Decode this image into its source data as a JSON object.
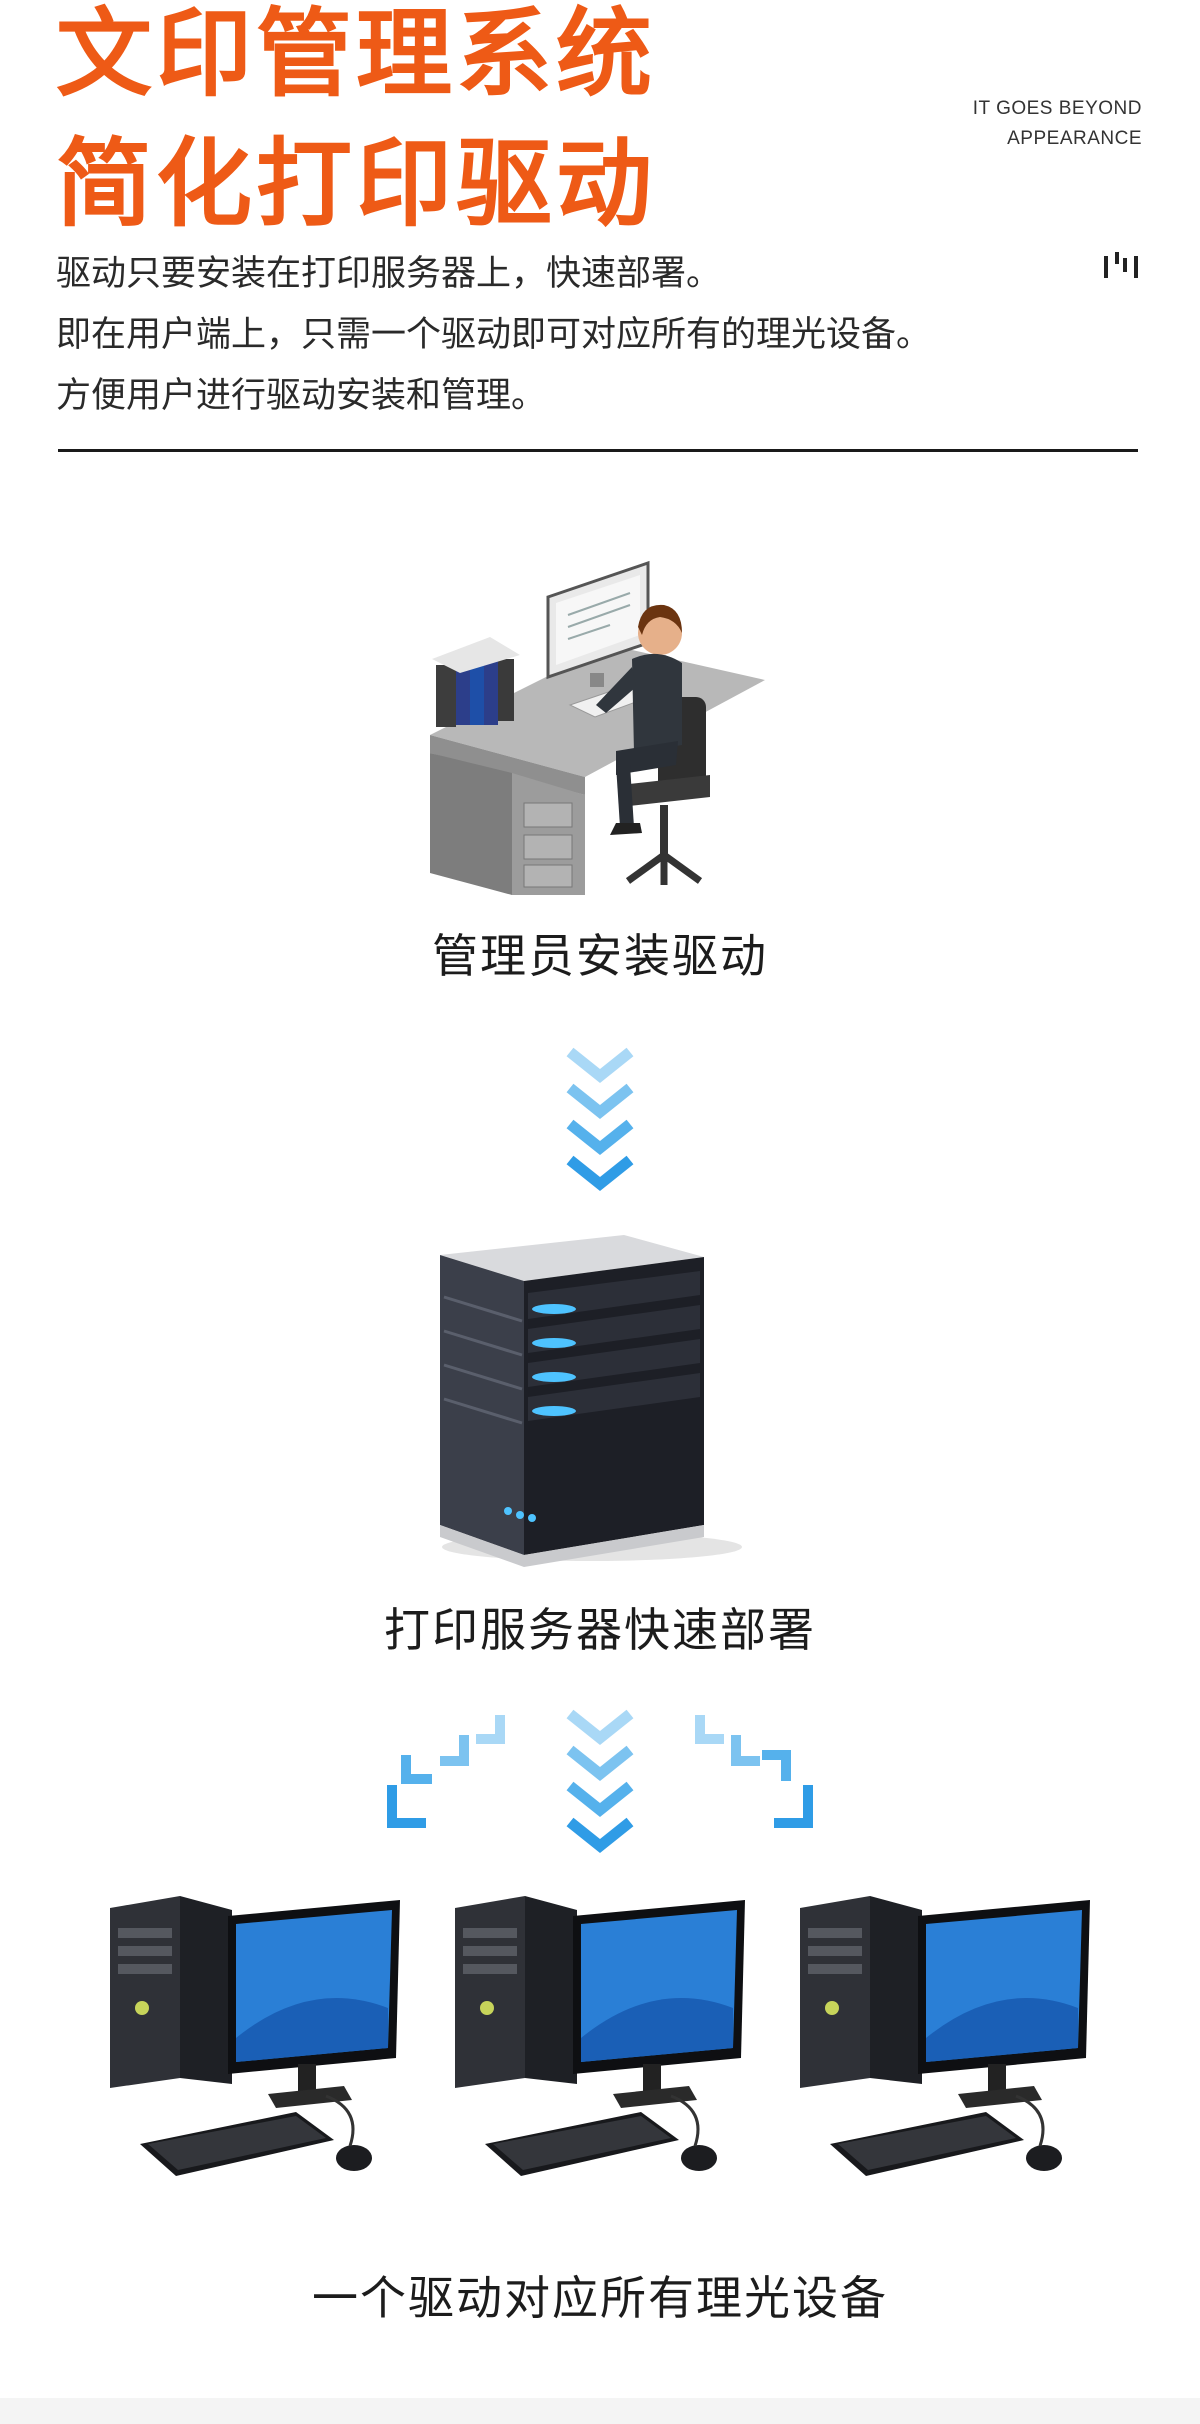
{
  "header": {
    "title_line1": "文印管理系统",
    "title_line2": "简化打印驱动",
    "tagline_line1": "IT GOES BEYOND",
    "tagline_line2": "APPEARANCE",
    "accent_color": "#ee5a16"
  },
  "intro": {
    "lines": [
      "驱动只要安装在打印服务器上，快速部署。",
      "即在用户端上，只需一个驱动即可对应所有的理光设备。",
      "方便用户进行驱动安装和管理。"
    ]
  },
  "steps": [
    {
      "icon": "admin-workstation-icon",
      "caption": "管理员安装驱动"
    },
    {
      "icon": "print-server-icon",
      "caption": "打印服务器快速部署"
    },
    {
      "icon": "desktop-computer-icon",
      "caption": "一个驱动对应所有理光设备"
    }
  ],
  "arrow_color": "#3fa9ec"
}
